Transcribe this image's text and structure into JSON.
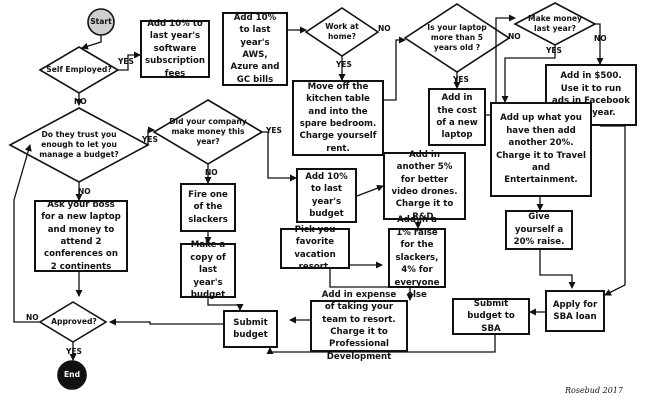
{
  "start": "Start",
  "end": "End",
  "decisions": {
    "self_employed": "Self Employed?",
    "trust_budget": "Do they trust you enough to let you manage a budget?",
    "company_money": "Did your company make money this year?",
    "work_home": "Work at home?",
    "laptop_old": "Is your laptop more than 5 years old ?",
    "make_money": "Make money last year?",
    "approved": "Approved?"
  },
  "boxes": {
    "software": "Add 10% to last year's software subscription fees",
    "aws": "Add 10% to last year's AWS, Azure and GC bills",
    "kitchen": "Move off the kitchen table and into the spare bedroom. Charge yourself rent.",
    "new_laptop": "Add in the cost of a new laptop",
    "ads": "Add in $500. Use it to run ads in Facebook for a year.",
    "boss": "Ask your boss for a new laptop and money to attend 2 conferences on 2 continents",
    "fire": "Fire one of the slackers",
    "copy": "Make a copy of last year's budget",
    "submit": "Submit budget",
    "add10": "Add 10% to last year's budget",
    "drones": "Add in another 5% for better video drones. Charge it to R&D.",
    "resort_pick": "Pick you favorite vacation resort.",
    "raise1": "Add in a 1% raise for the slackers, 4% for everyone else",
    "resort_exp": "Add in expense of taking your team to resort. Charge it to Professional Development",
    "add20": "Add up what you have then add another 20%. Charge it to Travel and Entertainment.",
    "raise20": "Give yourself a 20% raise.",
    "sba_submit": "Submit budget to SBA",
    "sba_apply": "Apply for SBA loan"
  },
  "labels": {
    "yes": "YES",
    "no": "NO"
  },
  "signature": "Rosebud 2017"
}
